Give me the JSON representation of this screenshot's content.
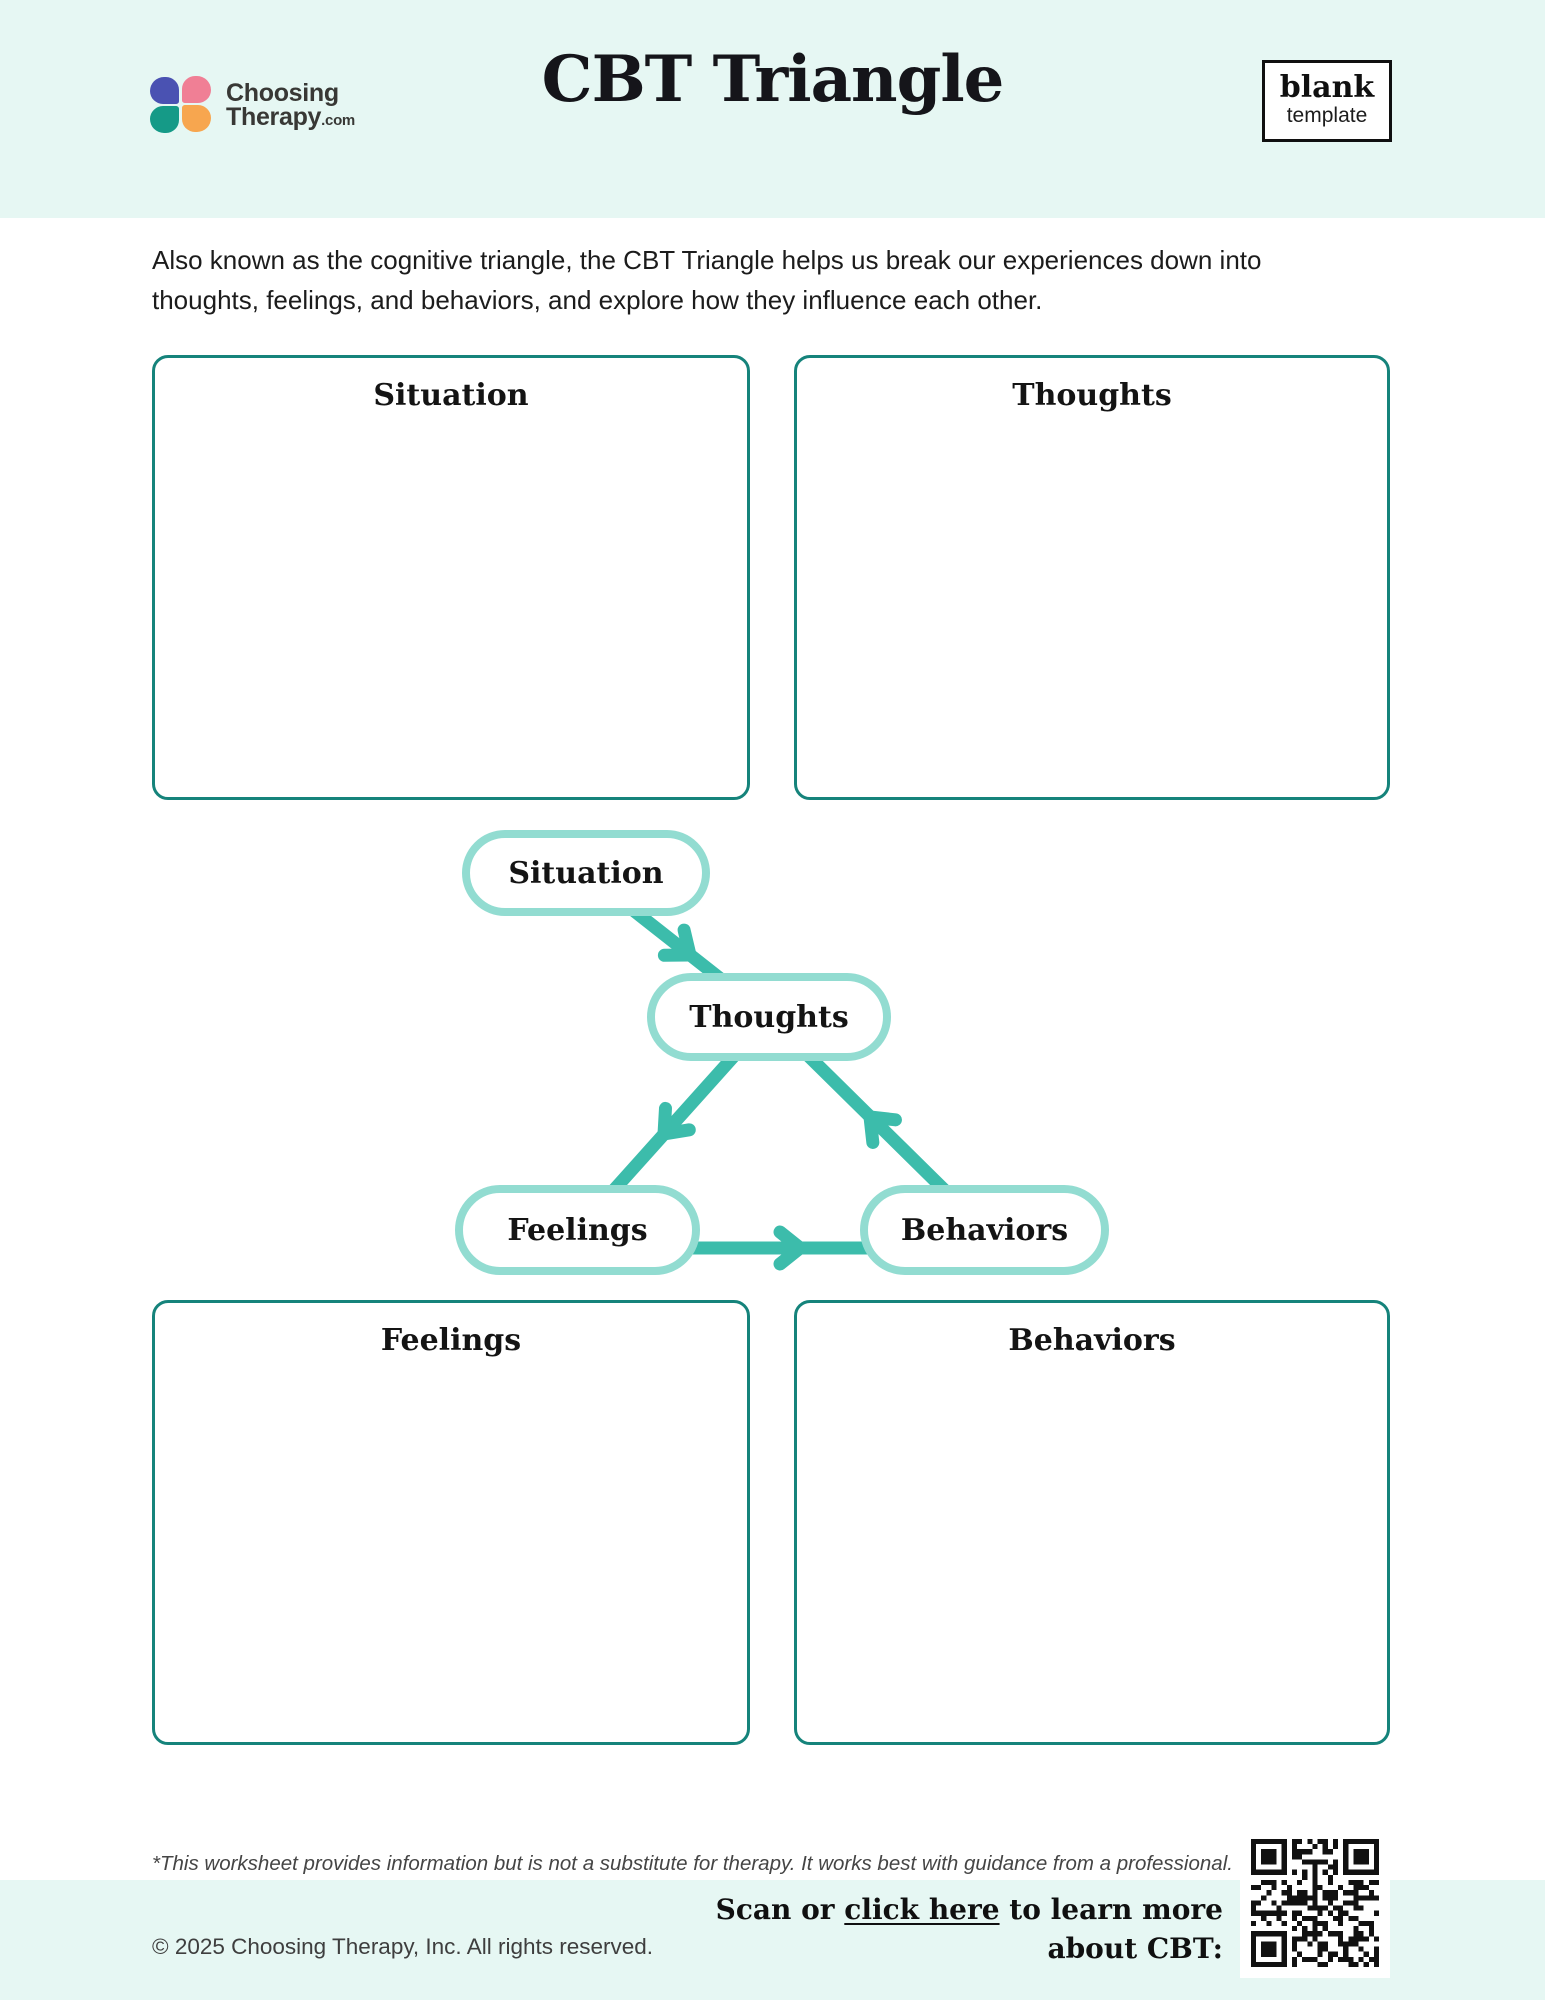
{
  "header": {
    "logo": {
      "line1": "Choosing",
      "line2": "Therapy",
      "tld": ".com"
    },
    "title": "CBT Triangle",
    "badge": {
      "word1": "blank",
      "word2": "template"
    }
  },
  "intro": "Also known as the cognitive triangle, the CBT Triangle helps us break our experiences down into thoughts, feelings, and behaviors, and explore how they influence each other.",
  "panels": {
    "situation": "Situation",
    "thoughts": "Thoughts",
    "feelings": "Feelings",
    "behaviors": "Behaviors"
  },
  "diagram": {
    "nodes": {
      "situation": "Situation",
      "thoughts": "Thoughts",
      "feelings": "Feelings",
      "behaviors": "Behaviors"
    },
    "edges": [
      "situation -> thoughts",
      "thoughts -> feelings",
      "feelings -> behaviors",
      "behaviors -> thoughts"
    ]
  },
  "footer": {
    "disclaimer": "*This worksheet provides information but is not a substitute for therapy. It works best with guidance from a professional.",
    "copyright": "© 2025 Choosing Therapy, Inc. All rights reserved.",
    "scan_prefix": "Scan or ",
    "scan_link": "click here",
    "scan_suffix": " to learn more",
    "scan_line2": "about CBT:"
  },
  "colors": {
    "band": "#e6f7f3",
    "box_border": "#15837b",
    "arrow": "#3cbcab",
    "pill_border": "#92dcd1",
    "text": "#1c1c1c",
    "logo_blue": "#4a52b2",
    "logo_pink": "#f07f95",
    "logo_teal": "#159a87",
    "logo_orange": "#f7a64f"
  }
}
